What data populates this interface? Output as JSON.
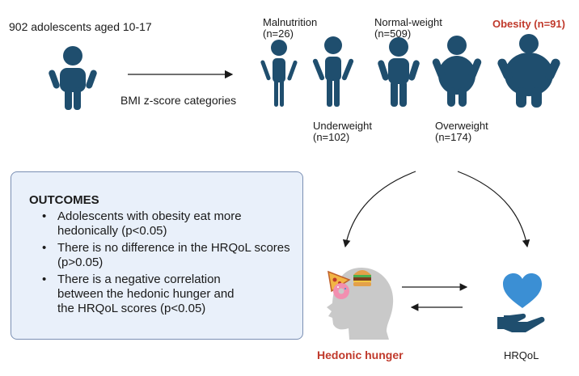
{
  "title": "902 adolescents aged 10-17",
  "arrow_label": "BMI z-score categories",
  "categories": {
    "malnutrition": {
      "name": "Malnutrition",
      "count": "(n=26)"
    },
    "underweight": {
      "name": "Underweight",
      "count": "(n=102)"
    },
    "normal": {
      "name": "Normal-weight",
      "count": "(n=509)"
    },
    "overweight": {
      "name": "Overweight",
      "count": "(n=174)"
    },
    "obesity": {
      "label": "Obesity (n=91)"
    }
  },
  "outcomes": {
    "title": "OUTCOMES",
    "items": [
      "Adolescents with obesity eat more hedonically (p<0.05)",
      "There is no difference in the HRQoL scores (p>0.05)",
      "There is a negative correlation between the hedonic hunger and the HRQoL scores (p<0.05)"
    ]
  },
  "hedonic_label": "Hedonic hunger",
  "hrqol_label": "HRQoL",
  "colors": {
    "figure": "#1f4e6e",
    "accent_red": "#c0392b",
    "box_fill": "#e9f0fa",
    "box_border": "#7a8fb3",
    "heart": "#3b8fd4",
    "head": "#c9c9c9"
  },
  "icons": [
    "person-icon",
    "food-icon",
    "heart-hand-icon"
  ]
}
